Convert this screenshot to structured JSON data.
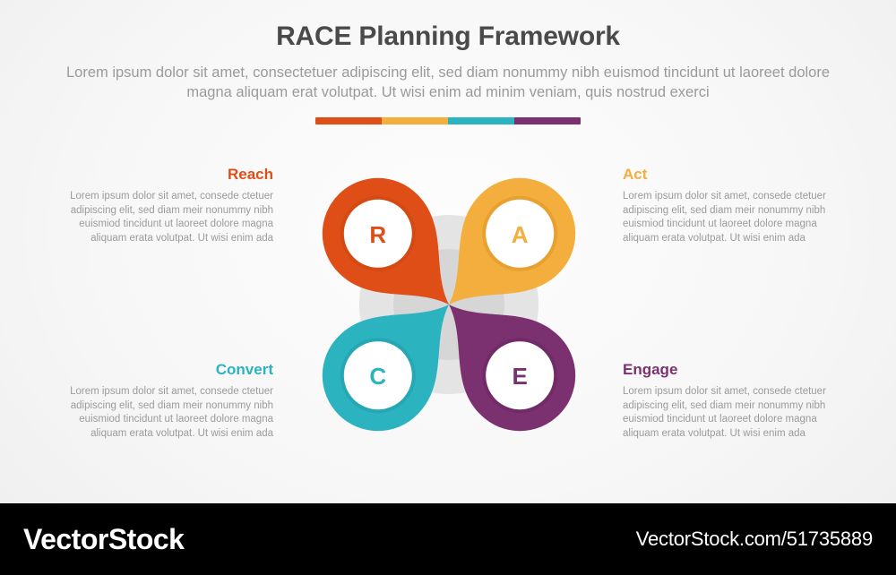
{
  "header": {
    "title": "RACE Planning Framework",
    "subtitle": "Lorem ipsum dolor sit amet, consectetuer adipiscing elit, sed diam nonummy nibh euismod tincidunt ut laoreet dolore magna aliquam erat volutpat. Ut wisi enim ad minim veniam, quis nostrud exerci"
  },
  "colors": {
    "reach": "#E04E18",
    "act": "#F4AE3D",
    "convert": "#2BB3C0",
    "engage": "#7B3170",
    "title_text": "#4a4a4a",
    "body_text": "#9b9b9b",
    "background": "#f4f4f4",
    "ring_gray_outer": "#e2e2e2",
    "ring_gray_inner": "#d5d5d5",
    "footer_bg": "#000000"
  },
  "colorbar": {
    "segments": [
      "reach",
      "act",
      "convert",
      "engage"
    ]
  },
  "body_text_shared": "Lorem ipsum dolor sit amet, consede ctetuer adipiscing elit, sed diam meir nonummy nibh euismiod tincidunt ut laoreet dolore magna aliquam erata volutpat. Ut wisi enim ada",
  "sections": [
    {
      "key": "reach",
      "letter": "R",
      "heading": "Reach",
      "body": "Lorem ipsum dolor sit amet, consede ctetuer adipiscing elit, sed diam meir nonummy nibh euismiod tincidunt ut laoreet dolore magna aliquam erata volutpat. Ut wisi enim ada",
      "color": "#E04E18",
      "position": "top-left"
    },
    {
      "key": "act",
      "letter": "A",
      "heading": "Act",
      "body": "Lorem ipsum dolor sit amet, consede ctetuer adipiscing elit, sed diam meir nonummy nibh euismiod tincidunt ut laoreet dolore magna aliquam erata volutpat. Ut wisi enim ada",
      "color": "#F4AE3D",
      "position": "top-right"
    },
    {
      "key": "convert",
      "letter": "C",
      "heading": "Convert",
      "body": "Lorem ipsum dolor sit amet, consede ctetuer adipiscing elit, sed diam meir nonummy nibh euismiod tincidunt ut laoreet dolore magna aliquam erata volutpat. Ut wisi enim ada",
      "color": "#2BB3C0",
      "position": "bottom-left"
    },
    {
      "key": "engage",
      "letter": "E",
      "heading": "Engage",
      "body": "Lorem ipsum dolor sit amet, consede ctetuer adipiscing elit, sed diam meir nonummy nibh euismiod tincidunt ut laoreet dolore magna aliquam erata volutpat. Ut wisi enim ada",
      "color": "#7B3170",
      "position": "bottom-right"
    }
  ],
  "footer": {
    "logo": "VectorStock",
    "url": "VectorStock.com/51735889"
  }
}
